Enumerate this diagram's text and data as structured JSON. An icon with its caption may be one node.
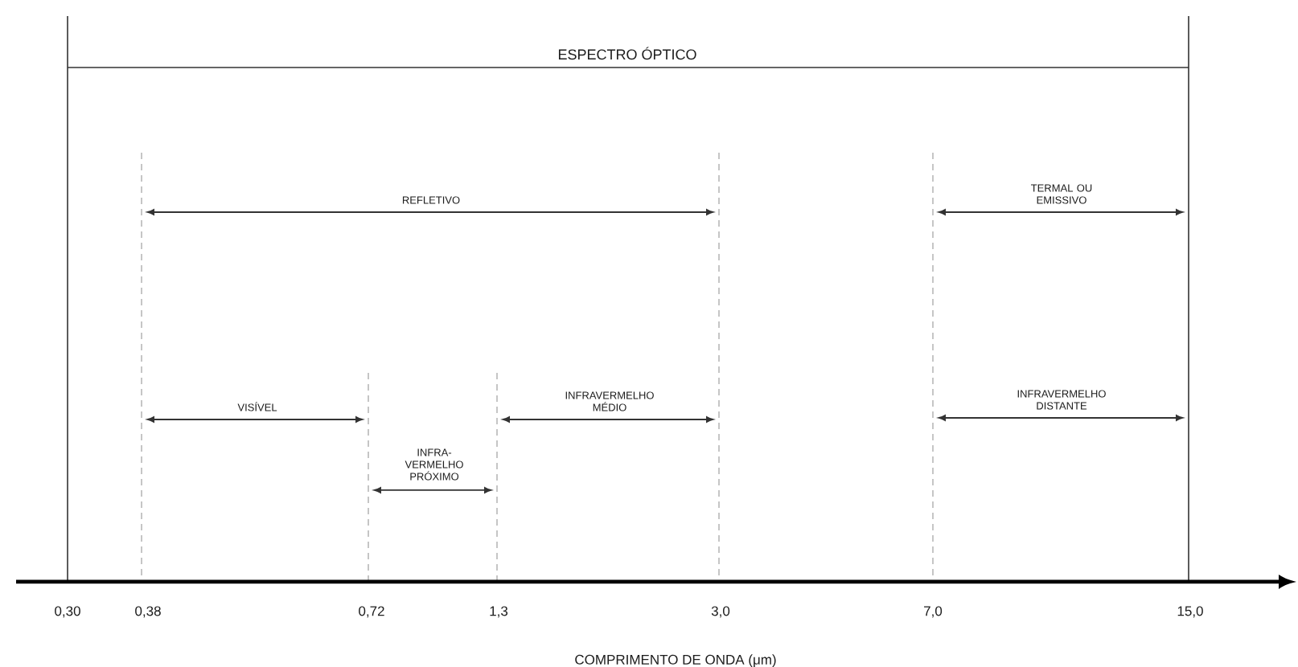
{
  "diagram": {
    "labels": [
      "ESPECTRO ÓPTICO",
      "REFLETIVO",
      "TERMAL OU EMISSIVO",
      "VISÍVEL",
      "INFRAVERMELHO MÉDIO",
      "INFRA-VERMELHO PRÓXIMO",
      "INFRAVERMELHO DISTANTE",
      "0,30",
      "0,38",
      "0,72",
      "1,3",
      "3,0",
      "7,0",
      "15,0",
      "COMPRIMENTO DE ONDA (μm)"
    ]
  }
}
